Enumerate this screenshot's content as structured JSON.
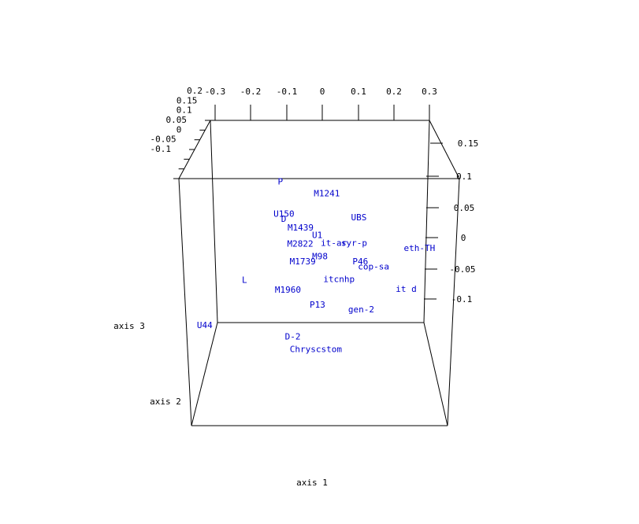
{
  "chart_data": {
    "type": "scatter",
    "title": "",
    "colors": {
      "points": "#0000cc",
      "frame": "#000000"
    },
    "axes": {
      "x": {
        "label": "axis 1",
        "ticks": [
          "-0.3",
          "-0.2",
          "-0.1",
          "0",
          "0.1",
          "0.2",
          "0.3"
        ]
      },
      "y": {
        "label": "axis 2",
        "ticks": [
          "-0.1",
          "-0.05",
          "0",
          "0.05",
          "0.1",
          "0.15",
          "0.2"
        ]
      },
      "z": {
        "label": "axis 3",
        "ticks": [
          "0.15",
          "0.1",
          "0.05",
          "0",
          "-0.05",
          "-0.1"
        ]
      }
    },
    "points": [
      {
        "label": "P",
        "x": -0.14,
        "y": 0.15,
        "z": 0.12
      },
      {
        "label": "M1241",
        "x": 0.0,
        "y": 0.12,
        "z": 0.1
      },
      {
        "label": "U150",
        "x": -0.12,
        "y": 0.05,
        "z": 0.08
      },
      {
        "label": "D",
        "x": -0.12,
        "y": 0.04,
        "z": 0.07
      },
      {
        "label": "UBS",
        "x": 0.1,
        "y": 0.06,
        "z": 0.06
      },
      {
        "label": "M1439",
        "x": -0.07,
        "y": 0.04,
        "z": 0.04
      },
      {
        "label": "U1",
        "x": -0.02,
        "y": 0.03,
        "z": 0.02
      },
      {
        "label": "it-ar",
        "x": 0.03,
        "y": 0.02,
        "z": 0.0
      },
      {
        "label": "syr-p",
        "x": 0.09,
        "y": 0.02,
        "z": 0.0
      },
      {
        "label": "M2822",
        "x": -0.07,
        "y": 0.03,
        "z": -0.01
      },
      {
        "label": "M98",
        "x": -0.01,
        "y": 0.01,
        "z": -0.04
      },
      {
        "label": "M1739",
        "x": -0.06,
        "y": 0.0,
        "z": -0.05
      },
      {
        "label": "P46",
        "x": 0.11,
        "y": 0.0,
        "z": -0.05
      },
      {
        "label": "cop-sa",
        "x": 0.15,
        "y": -0.01,
        "z": -0.06
      },
      {
        "label": "eth-TH",
        "x": 0.28,
        "y": 0.05,
        "z": -0.04
      },
      {
        "label": "L",
        "x": -0.23,
        "y": -0.02,
        "z": -0.1
      },
      {
        "label": "itcnhp",
        "x": 0.05,
        "y": -0.03,
        "z": -0.09
      },
      {
        "label": "it d",
        "x": 0.25,
        "y": -0.05,
        "z": -0.11
      },
      {
        "label": "M1960",
        "x": -0.1,
        "y": -0.04,
        "z": -0.12
      },
      {
        "label": "P13",
        "x": -0.01,
        "y": -0.07,
        "z": -0.15
      },
      {
        "label": "gen-2",
        "x": 0.12,
        "y": -0.08,
        "z": -0.16
      },
      {
        "label": "U44",
        "x": -0.34,
        "y": -0.1,
        "z": -0.2
      },
      {
        "label": "D-2",
        "x": -0.08,
        "y": -0.1,
        "z": -0.24
      },
      {
        "label": "Chryscstom",
        "x": -0.01,
        "y": -0.12,
        "z": -0.27
      }
    ]
  }
}
